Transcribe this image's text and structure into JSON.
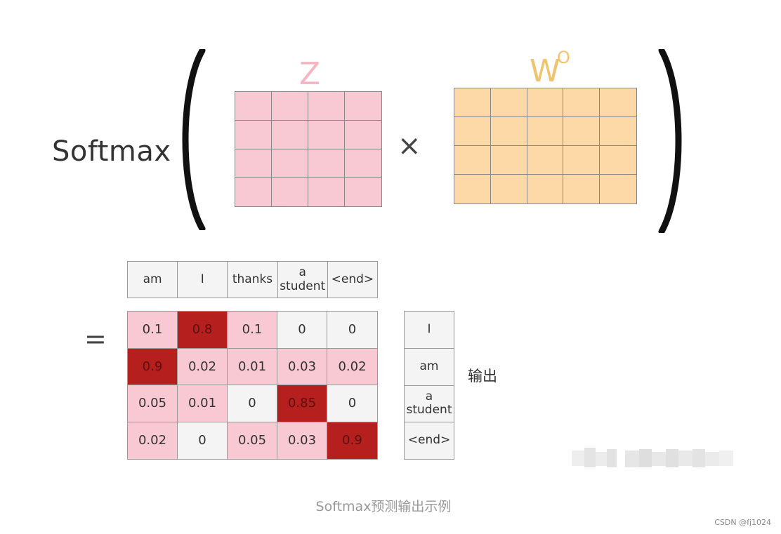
{
  "formula": {
    "function_label": "Softmax",
    "matrix_z_label": "Z",
    "matrix_w_label": "W",
    "matrix_w_superscript": "O",
    "operator": "×",
    "equals": "="
  },
  "colors": {
    "z_fill": "#f9c9d3",
    "w_fill": "#fdd9a8",
    "low_prob_fill": "#f9c9d3",
    "zero_fill": "#f4f4f4",
    "high_prob_fill": "#b5201f"
  },
  "vocabulary": [
    "am",
    "I",
    "thanks",
    "a\nstudent",
    "<end>"
  ],
  "probabilities": [
    [
      "0.1",
      "0.8",
      "0.1",
      "0",
      "0"
    ],
    [
      "0.9",
      "0.02",
      "0.01",
      "0.03",
      "0.02"
    ],
    [
      "0.05",
      "0.01",
      "0",
      "0.85",
      "0"
    ],
    [
      "0.02",
      "0",
      "0.05",
      "0.03",
      "0.9"
    ]
  ],
  "cell_levels": [
    [
      "low",
      "high",
      "low",
      "zero",
      "zero"
    ],
    [
      "high",
      "low",
      "low",
      "low",
      "low"
    ],
    [
      "low",
      "low",
      "zero",
      "high",
      "zero"
    ],
    [
      "low",
      "zero",
      "low",
      "low",
      "high"
    ]
  ],
  "outputs": [
    "I",
    "am",
    "a\nstudent",
    "<end>"
  ],
  "output_label": "输出",
  "caption": "Softmax预测输出示例",
  "source_credit": "CSDN @fj1024"
}
